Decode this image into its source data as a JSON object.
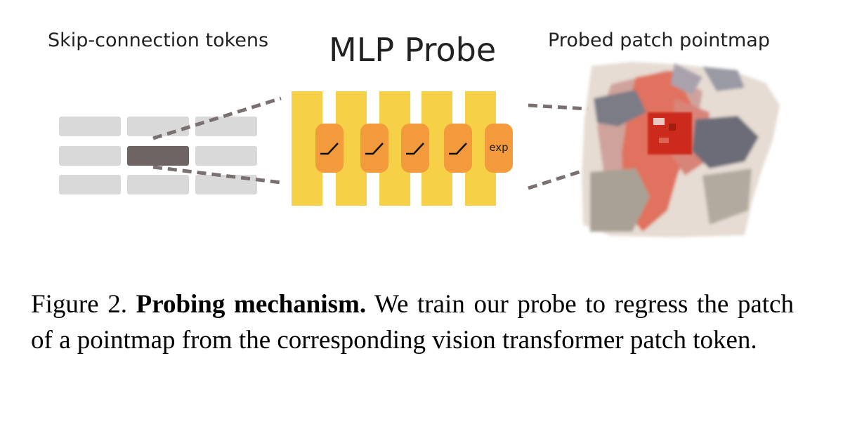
{
  "headers": {
    "left": "Skip-connection tokens",
    "middle": "MLP Probe",
    "right": "Probed patch pointmap"
  },
  "mlp": {
    "activations": [
      "relu",
      "relu",
      "relu",
      "relu",
      "exp"
    ],
    "exp_label": "exp"
  },
  "caption": {
    "prefix": "Figure 2.",
    "bold": "Probing mechanism.",
    "text": "We train our probe to regress the patch of a pointmap from the corresponding vision transformer patch token."
  },
  "colors": {
    "token": "#d9d9d9",
    "token_selected": "#6e6464",
    "layer": "#f6d147",
    "activation": "#f29a3c",
    "dash": "#7a7070",
    "patch": "#cc2b1b"
  }
}
